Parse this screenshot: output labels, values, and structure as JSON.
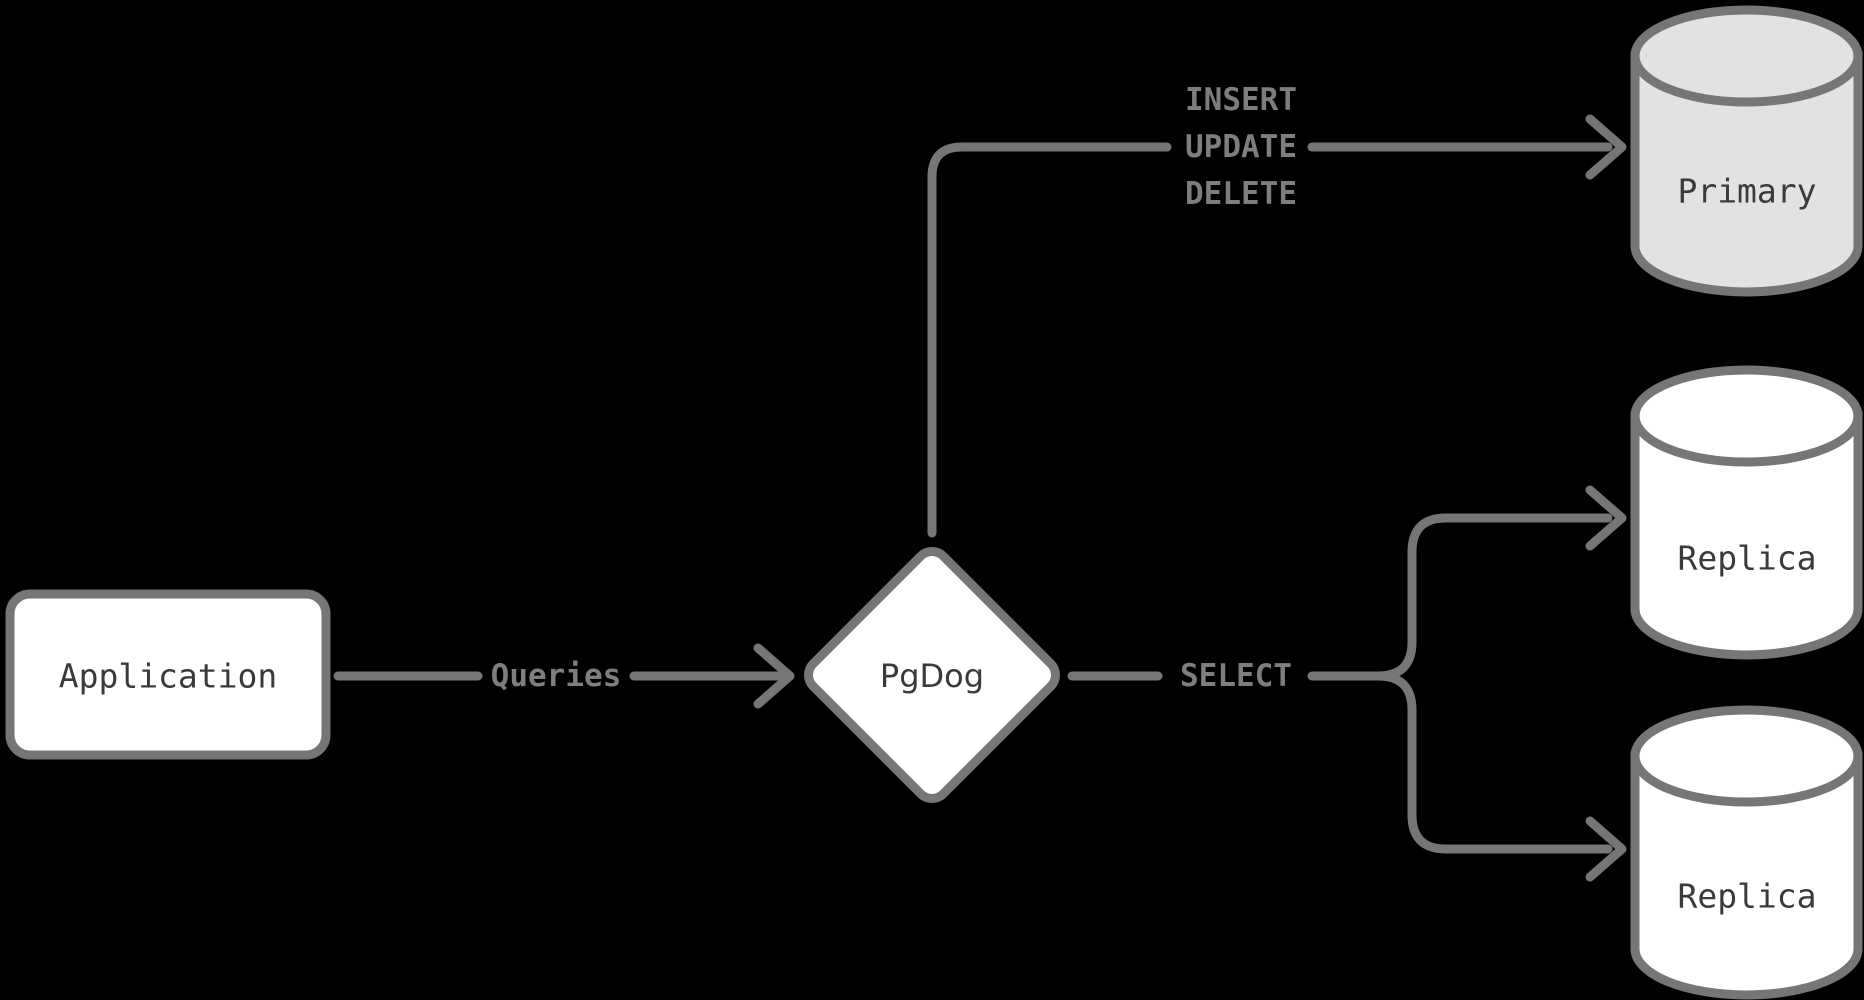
{
  "colors": {
    "background": "#000000",
    "stroke": "#767676",
    "label-text": "#7e7e7e",
    "node-text": "#3a3a3a",
    "node-fill": "#ffffff",
    "primary-fill": "#e2e2e2"
  },
  "nodes": {
    "application": {
      "label": "Application",
      "type": "box"
    },
    "pgdog": {
      "label": "PgDog",
      "type": "diamond"
    },
    "primary": {
      "label": "Primary",
      "type": "cylinder"
    },
    "replica_top": {
      "label": "Replica",
      "type": "cylinder"
    },
    "replica_bottom": {
      "label": "Replica",
      "type": "cylinder"
    }
  },
  "edges": {
    "queries": {
      "label": "Queries"
    },
    "writes": {
      "labels": [
        "INSERT",
        "UPDATE",
        "DELETE"
      ]
    },
    "select": {
      "label": "SELECT"
    }
  }
}
